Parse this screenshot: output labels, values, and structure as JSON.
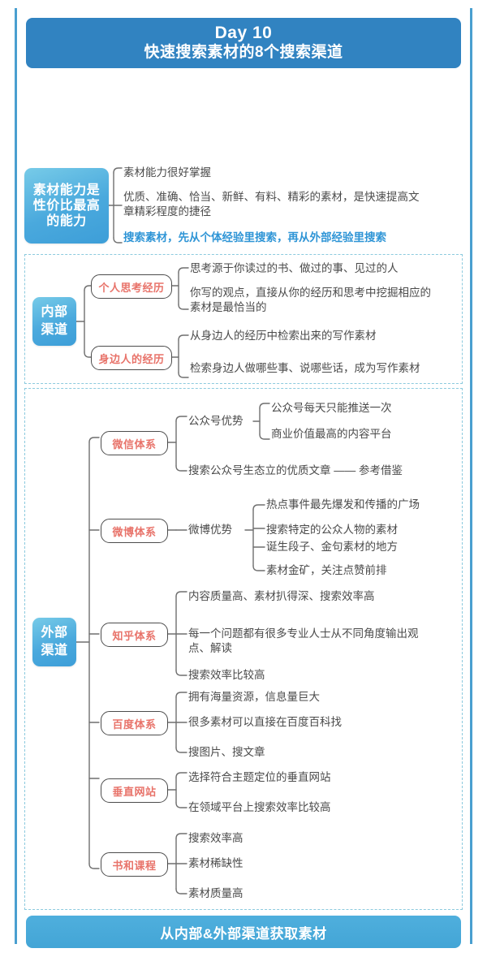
{
  "header": {
    "line1": "Day 10",
    "line2": "快速搜索素材的8个搜索渠道"
  },
  "footer": {
    "label": "从内部&外部渠道获取素材"
  },
  "colors": {
    "header_blue": "#3183c1",
    "node_blue": "#4aa9dd",
    "footer_blue": "#4fafdd",
    "topic_red": "#e8736a",
    "leaf_gray": "#4a4a4a",
    "accent_blue_text": "#2f95d6",
    "dashed_border": "#8ccade",
    "frame_blue": "#4a9fd0"
  },
  "core": {
    "label": "素材能力是\n性价比最高\n的能力",
    "leaves": [
      {
        "text": "素材能力很好掌握",
        "style": "gray"
      },
      {
        "text": "优质、准确、恰当、新鲜、有料、精彩的素材，是快速提高文\n章精彩程度的捷径",
        "style": "gray"
      },
      {
        "text": "搜索素材，先从个体经验里搜索，再从外部经验里搜索",
        "style": "blue"
      }
    ]
  },
  "internal": {
    "label": "内部\n渠道",
    "topics": [
      {
        "name": "个人思考经历",
        "leaves": [
          "思考源于你读过的书、做过的事、见过的人",
          "你写的观点，直接从你的经历和思考中挖掘相应的\n素材是最恰当的"
        ]
      },
      {
        "name": "身边人的经历",
        "leaves": [
          "从身边人的经历中检索出来的写作素材",
          "检索身边人做哪些事、说哪些话，成为写作素材"
        ]
      }
    ]
  },
  "external": {
    "label": "外部\n渠道",
    "topics": [
      {
        "name": "微信体系",
        "mids": [
          {
            "text": "公众号优势",
            "leaves": [
              "公众号每天只能推送一次",
              "商业价值最高的内容平台"
            ]
          }
        ],
        "leaves": [
          "搜索公众号生态立的优质文章 —— 参考借鉴"
        ]
      },
      {
        "name": "微博体系",
        "mids": [
          {
            "text": "微博优势",
            "leaves": [
              "热点事件最先爆发和传播的广场",
              "搜索特定的公众人物的素材",
              "诞生段子、金句素材的地方",
              "素材金矿，关注点赞前排"
            ]
          }
        ],
        "leaves": []
      },
      {
        "name": "知乎体系",
        "mids": [],
        "leaves": [
          "内容质量高、素材扒得深、搜索效率高",
          "每一个问题都有很多专业人士从不同角度输出观\n点、解读",
          "搜索效率比较高"
        ]
      },
      {
        "name": "百度体系",
        "mids": [],
        "leaves": [
          "拥有海量资源，信息量巨大",
          "很多素材可以直接在百度百科找",
          "搜图片、搜文章"
        ]
      },
      {
        "name": "垂直网站",
        "mids": [],
        "leaves": [
          "选择符合主题定位的垂直网站",
          "在领域平台上搜索效率比较高"
        ]
      },
      {
        "name": "书和课程",
        "mids": [],
        "leaves": [
          "搜索效率高",
          "素材稀缺性",
          "素材质量高"
        ]
      }
    ]
  }
}
